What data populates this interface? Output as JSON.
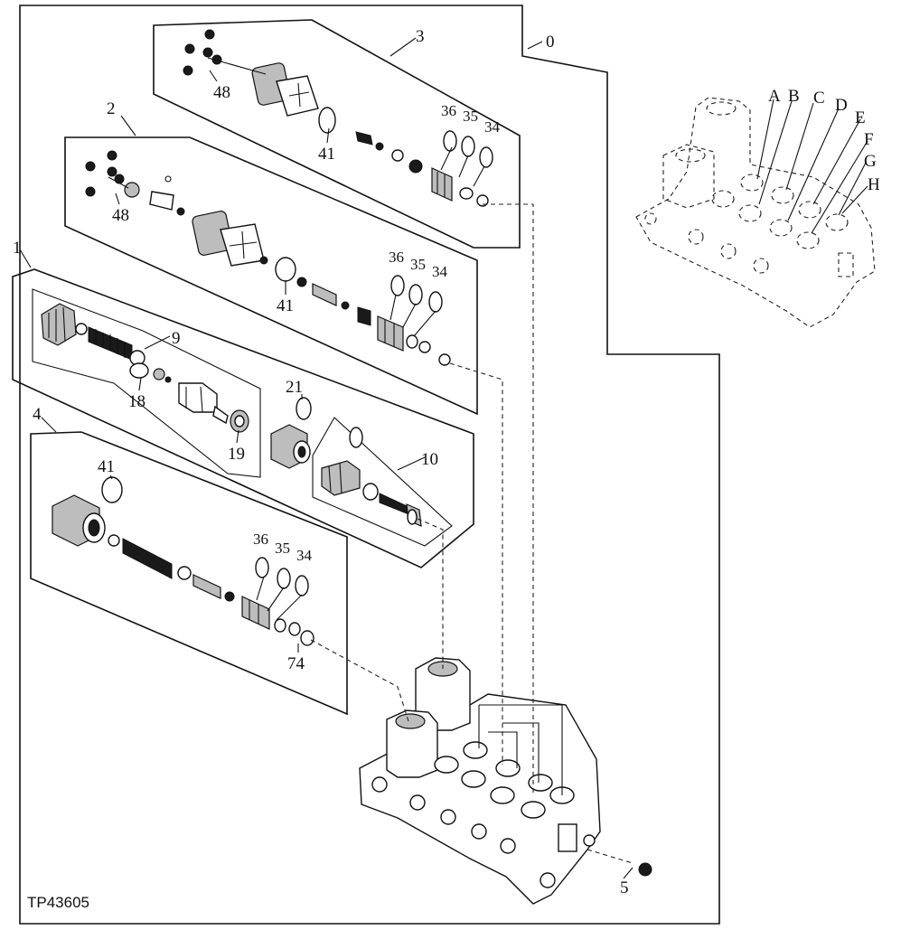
{
  "figure_id": "TP43605",
  "callouts": {
    "c0": "0",
    "c1": "1",
    "c2": "2",
    "c3": "3",
    "c4": "4",
    "c5": "5",
    "c9": "9",
    "c10": "10",
    "c18": "18",
    "c19": "19",
    "c21": "21",
    "c41a": "41",
    "c41b": "41",
    "c41c": "41",
    "c48a": "48",
    "c48b": "48",
    "c36a": "36",
    "c35a": "35",
    "c34a": "34",
    "c36b": "36",
    "c35b": "35",
    "c34b": "34",
    "c36c": "36",
    "c35c": "35",
    "c34c": "34",
    "c74": "74"
  },
  "ports": {
    "A": "A",
    "B": "B",
    "C": "C",
    "D": "D",
    "E": "E",
    "F": "F",
    "G": "G",
    "H": "H"
  }
}
